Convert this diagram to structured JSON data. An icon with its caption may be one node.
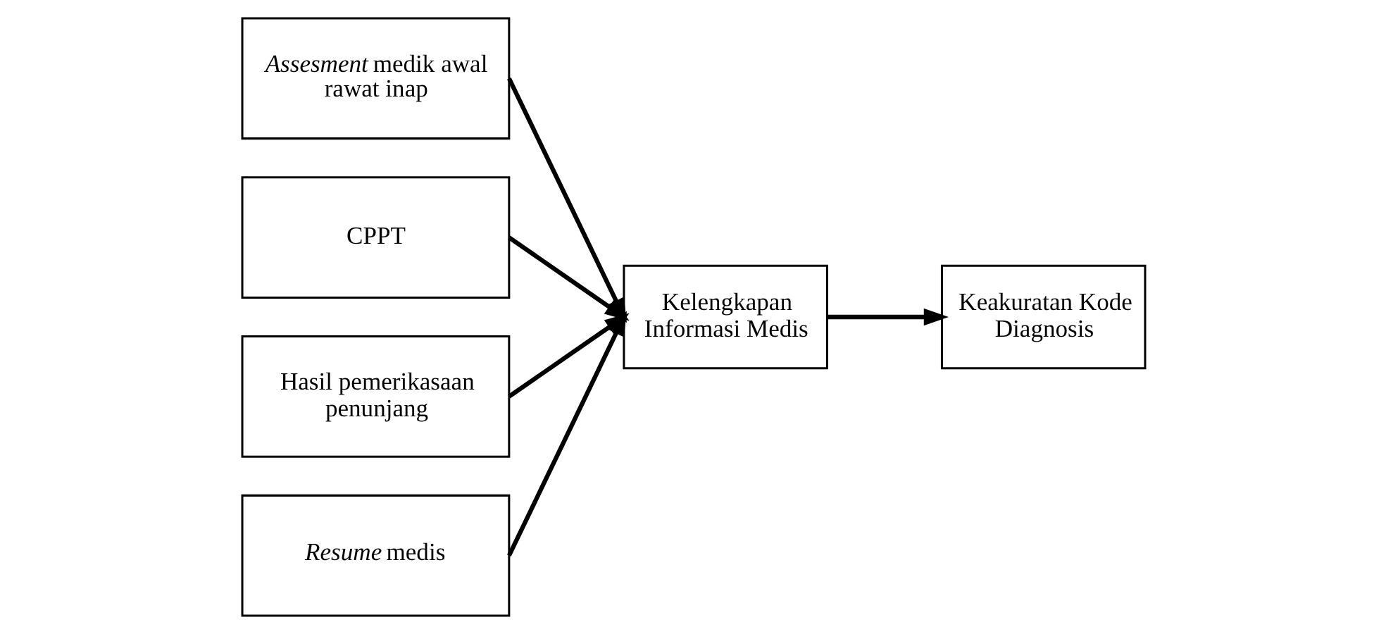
{
  "diagram": {
    "nodes": [
      {
        "text": [
          "*Assesment* medik awal rawat inap"
        ]
      },
      {
        "text": [
          "CPPT"
        ]
      },
      {
        "text": [
          "Hasil pemerikasaan penunjang"
        ]
      },
      {
        "text": [
          "*Resume* medis"
        ]
      },
      {
        "text": [
          "Kelengkapan Informasi Medis"
        ]
      },
      {
        "text": [
          "Keakuratan Kode Diagnosis"
        ]
      }
    ],
    "edges": [
      {
        "from": 0,
        "to": 4,
        "arrow": "to"
      },
      {
        "from": 1,
        "to": 4,
        "arrow": "to"
      },
      {
        "from": 2,
        "to": 4,
        "arrow": "to"
      },
      {
        "from": 3,
        "to": 4,
        "arrow": "to"
      },
      {
        "from": 4,
        "to": 5,
        "arrow": "to"
      }
    ]
  }
}
